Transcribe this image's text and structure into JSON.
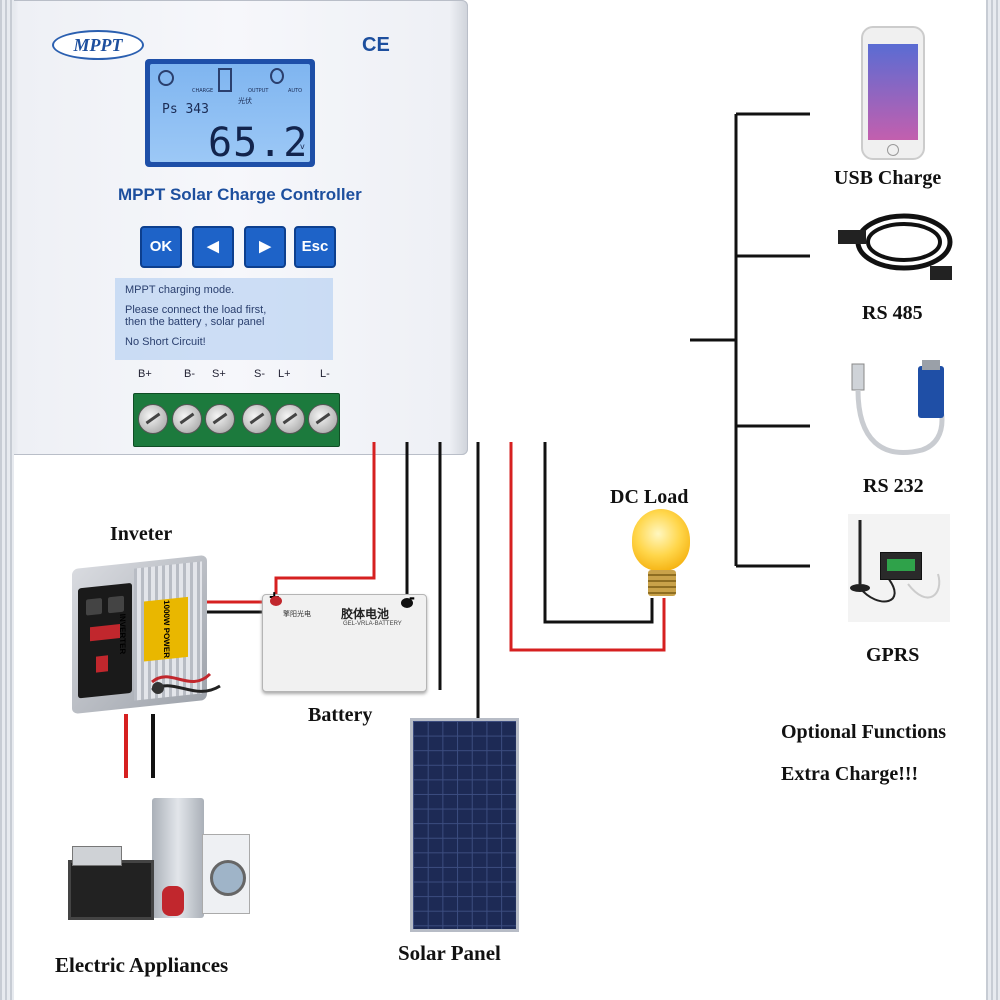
{
  "controller": {
    "brand": "MPPT",
    "ce_mark": "CE",
    "lcd": {
      "small_reading": "Ps 343",
      "big_reading": "65.2",
      "unit": "v",
      "cn_label": "光伏",
      "icon_labels": [
        "CHARGE",
        "OUTPUT",
        "AUTO"
      ]
    },
    "title": "MPPT Solar Charge Controller",
    "buttons": [
      "OK",
      "◀",
      "▶",
      "Esc"
    ],
    "info_lines": [
      "MPPT charging mode.",
      "Please connect the load first,",
      "then the battery , solar panel",
      "No Short Circuit!"
    ],
    "terminals": [
      "B+",
      "B-",
      "S+",
      "S-",
      "L+",
      "L-"
    ]
  },
  "labels": {
    "dc_load": "DC Load",
    "inverter": "Inveter",
    "battery": "Battery",
    "solar_panel": "Solar Panel",
    "appliances": "Electric Appliances",
    "usb_charge": "USB Charge",
    "rs485": "RS 485",
    "rs232": "RS 232",
    "gprs": "GPRS",
    "optional_1": "Optional Functions",
    "optional_2": "Extra Charge!!!"
  },
  "battery": {
    "cn_title": "胶体电池",
    "en_title": "GEL-VRLA-BATTERY",
    "brand_cn": "擎阳光电",
    "plus": "+",
    "minus": "-"
  },
  "inverter": {
    "strip_text": "1000W POWER INVERTER"
  },
  "colors": {
    "positive_wire": "#d62020",
    "negative_wire": "#111111",
    "controller_accent": "#1d4f9e",
    "terminal_block": "#1c7a3d"
  }
}
